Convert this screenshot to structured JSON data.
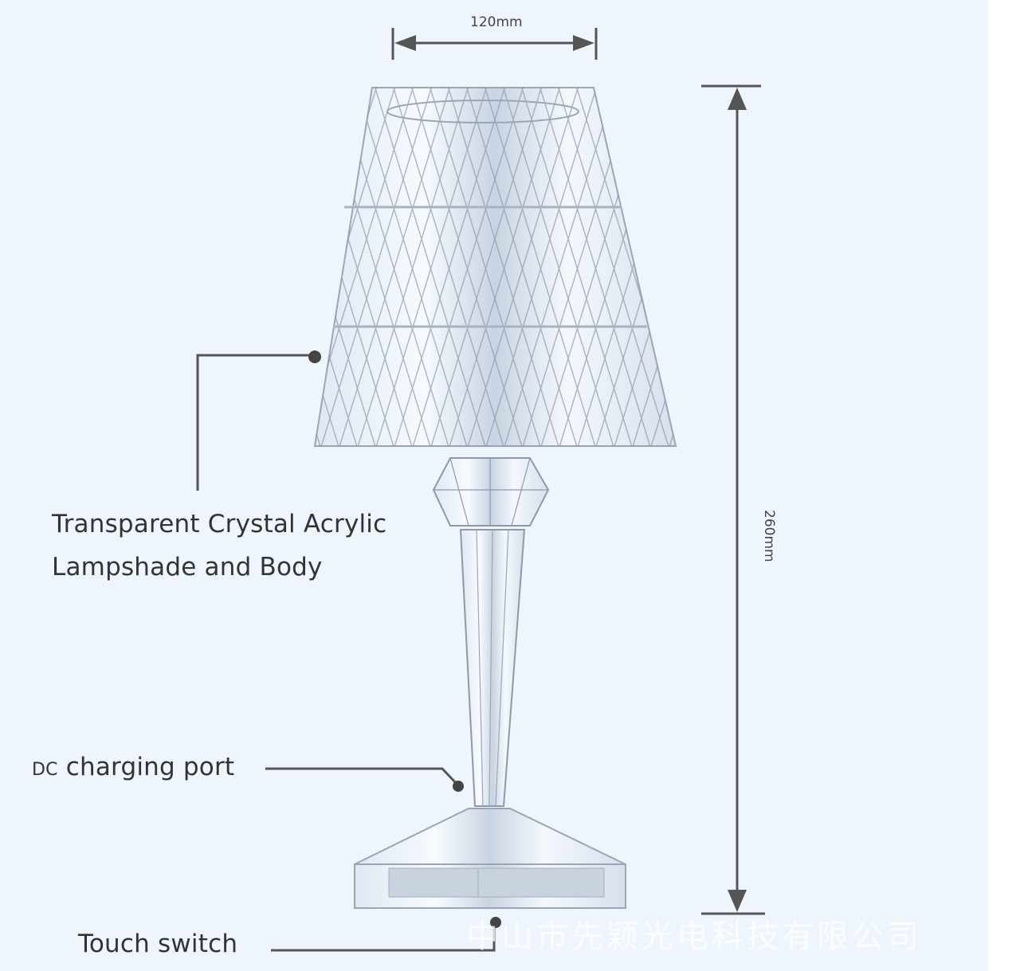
{
  "dimensions": {
    "width_label": "120mm",
    "height_label": "260mm"
  },
  "callouts": {
    "lampshade_line1": "Transparent Crystal Acrylic",
    "lampshade_line2": "Lampshade and Body",
    "dc_prefix": "DC",
    "dc_label": "charging port",
    "touch_label": "Touch switch"
  },
  "watermark": "中山市先颖光电科技有限公司",
  "colors": {
    "background": "#eef5fd",
    "lines": "#555555"
  }
}
